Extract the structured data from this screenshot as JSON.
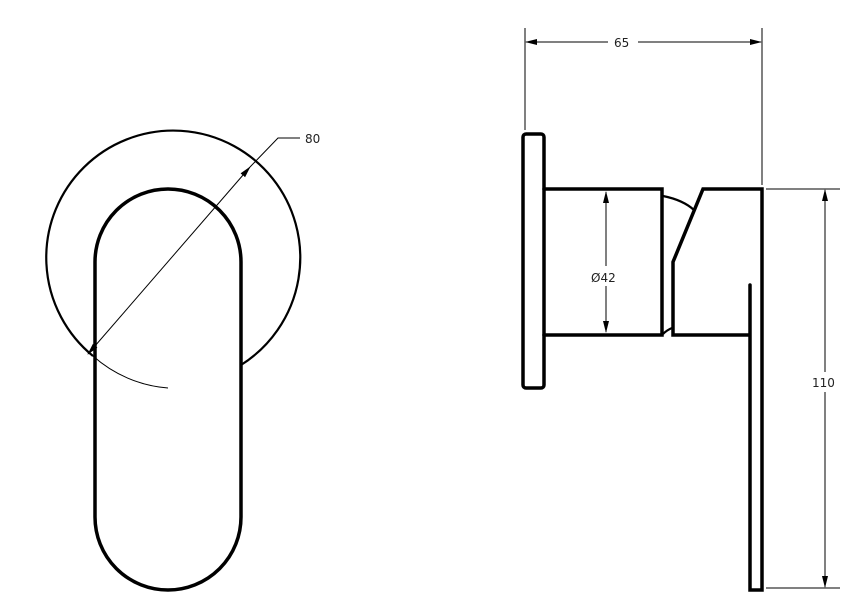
{
  "drawing": {
    "front_view": {
      "diameter_label": "80"
    },
    "side_view": {
      "depth_label": "65",
      "height_label": "110",
      "body_diameter_label": "Ø42"
    }
  },
  "colors": {
    "line": "#000000",
    "background": "#ffffff"
  }
}
